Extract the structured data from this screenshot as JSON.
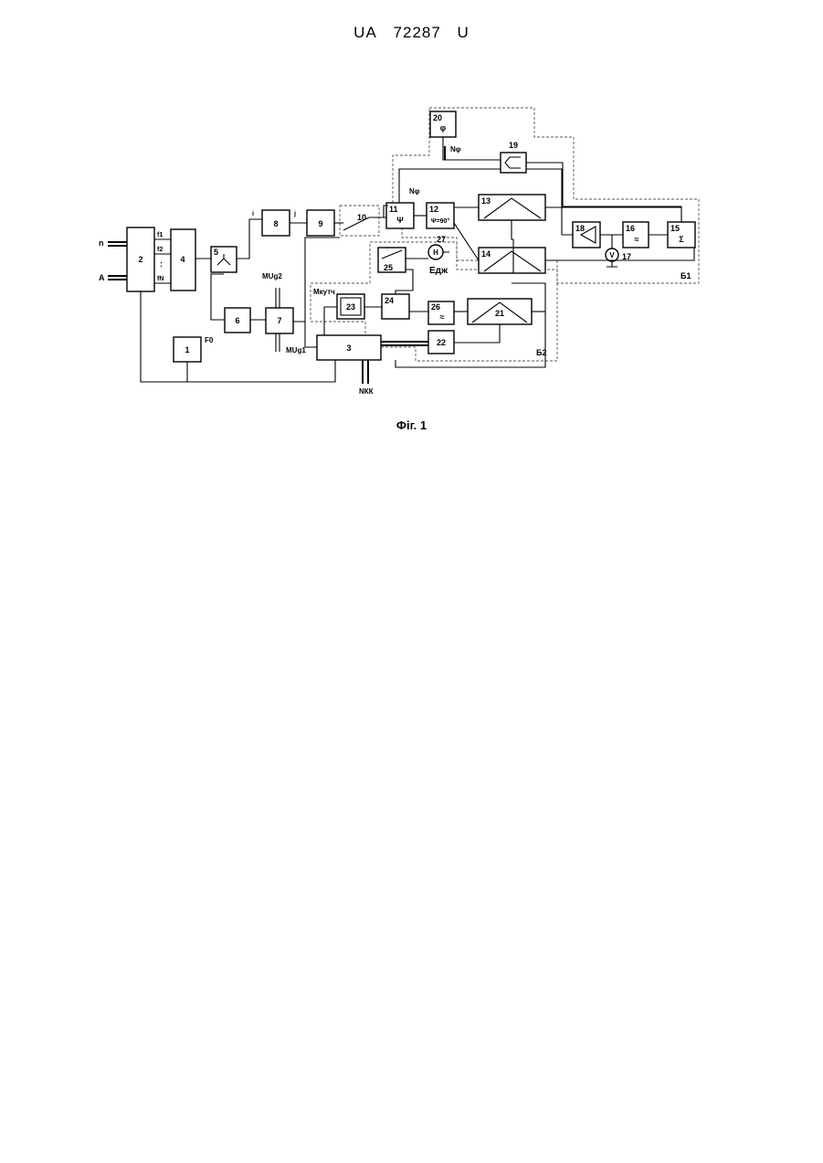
{
  "header": {
    "country": "UA",
    "number": "72287",
    "kind": "U"
  },
  "caption": "Фіг. 1",
  "blocks": {
    "b1": "1",
    "b2": "2",
    "b3": "3",
    "b4": "4",
    "b5": "5",
    "b6": "6",
    "b7": "7",
    "b8": "8",
    "b9": "9",
    "b10": "10",
    "b11": "11",
    "b12": "12",
    "b13": "13",
    "b14": "14",
    "b15": "15",
    "b16": "16",
    "b17": "17",
    "b18": "18",
    "b19": "19",
    "b20": "20",
    "b21": "21",
    "b22": "22",
    "b23": "23",
    "b24": "24",
    "b25": "25",
    "b26": "26",
    "b27": "27"
  },
  "symbols": {
    "phi": "φ",
    "psi": "Ψ",
    "psi90": "Ψ=90°",
    "sigma": "Σ",
    "approx": "≈",
    "volt": "V",
    "h": "H",
    "dots": ":"
  },
  "labels": {
    "n_in": "n",
    "a_in": "A",
    "f1": "f1",
    "f2": "f2",
    "fN": "fN",
    "F0": "F0",
    "MUg2": "MUg2",
    "MUg1": "MUg1",
    "Mkut": "Mкутч",
    "Nkk": "NКК",
    "Nphi_top": "Nφ",
    "Nphi_mid": "Nφ",
    "Edzh": "Eдж",
    "B1": "Б1",
    "B2": "Б2",
    "tap_i": "i",
    "tap_j": "j"
  }
}
